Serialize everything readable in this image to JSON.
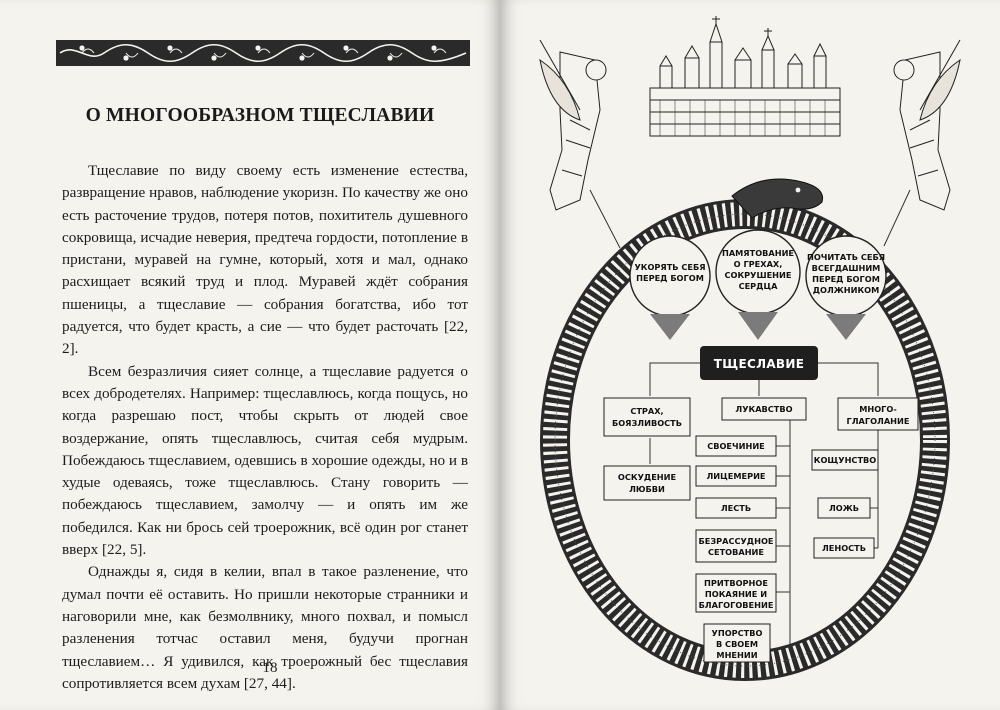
{
  "left_page": {
    "title": "О МНОГООБРАЗНОМ ТЩЕСЛАВИИ",
    "paragraphs": [
      "Тщеславие по виду своему есть изменение естества, развращение нравов, наблюдение укоризн. По качеству же оно есть расточение трудов, потеря потов, похититель душевного сокровища, исчадие неверия, предтеча гордости, потопление в пристани, муравей на гумне, который, хотя и мал, однако расхищает всякий труд и плод. Муравей ждёт собрания пшеницы, а тщеславие — собрания богатства, ибо тот радуется, что будет красть, а сие — что будет расточать [22, 2].",
      "Всем безразличия сияет солнце, а тщеславие радуется о всех добродетелях. Например: тщеславлюсь, когда пощусь, но когда разрешаю пост, чтобы скрыть от людей свое воздержание, опять тщеславлюсь, считая себя мудрым. Побеждаюсь тщеславием, одевшись в хорошие одежды, но и в худые одеваясь, тоже тщеславлюсь. Стану говорить — побеждаюсь тщеславием, замолчу — и опять им же победился. Как ни брось сей троерожник, всё один рог станет вверх [22, 5].",
      "Однажды я, сидя в келии, впал в такое разленение, что думал почти её оставить. Но пришли некоторые странники и наговорили мне, как безмолвнику, много похвал, и помысл разленения тотчас оставил меня, будучи прогнан тщеславием… Я удивился, как троерожный бес тщеславия сопротивляется всем духам [27, 44]."
    ],
    "page_number": "18"
  },
  "diagram": {
    "center": "ТЩЕСЛАВИЕ",
    "remedies": [
      [
        "УКОРЯТЬ СЕБЯ",
        "ПЕРЕД БОГОМ"
      ],
      [
        "ПАМЯТОВАНИЕ",
        "О ГРЕХАХ,",
        "СОКРУШЕНИЕ",
        "СЕРДЦА"
      ],
      [
        "ПОЧИТАТЬ СЕБЯ",
        "ВСЕГДАШНИМ",
        "ПЕРЕД БОГОМ",
        "ДОЛЖНИКОМ"
      ]
    ],
    "branches": {
      "left": [
        "СТРАХ,",
        "БОЯЗЛИВОСТЬ"
      ],
      "left_sub": [
        "ОСКУДЕНИЕ",
        "ЛЮБВИ"
      ],
      "middle": [
        "ЛУКАВСТВО"
      ],
      "middle_items": [
        [
          "СВОЕЧИНИЕ"
        ],
        [
          "ЛИЦЕМЕРИЕ"
        ],
        [
          "ЛЕСТЬ"
        ],
        [
          "БЕЗРАССУДНОЕ",
          "СЕТОВАНИЕ"
        ],
        [
          "ПРИТВОРНОЕ",
          "ПОКАЯНИЕ И",
          "БЛАГОГОВЕНИЕ"
        ],
        [
          "УПОРСТВО",
          "В СВОЕМ",
          "МНЕНИИ"
        ]
      ],
      "right": [
        "МНОГО-",
        "ГЛАГОЛАНИЕ"
      ],
      "right_items": [
        [
          "КОЩУНСТВО"
        ],
        [
          "ЛОЖЬ"
        ],
        [
          "ЛЕНОСТЬ"
        ]
      ]
    }
  }
}
